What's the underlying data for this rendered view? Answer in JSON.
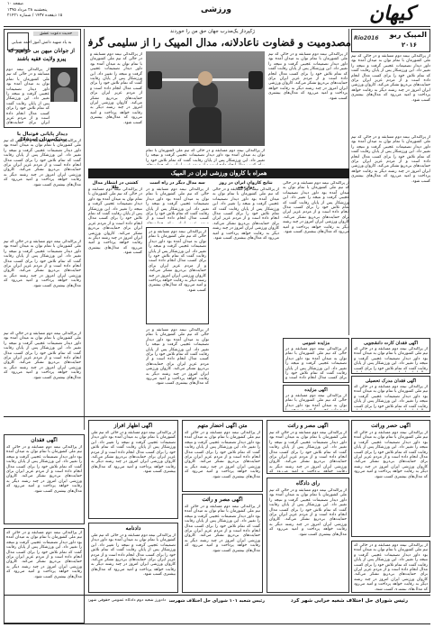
{
  "masthead": {
    "logo": "کیهان",
    "section": "ورزشی",
    "page_no": "صفحه ۱۰",
    "date_persian": "پنجشنبه ۲۸ مرداد ۱۳۹۵",
    "date_hijri": "۱۵ ذیقعده ۱۴۳۷",
    "issue": "شماره ۲۱۴۲۱"
  },
  "olympic_box": {
    "title": "المپیک ریو",
    "year": "۲۰۱۶",
    "rio_logo": "Rio2016"
  },
  "main_article": {
    "kicker": "ژکپرداز یک‌مدرب جهان حق من را خوردند",
    "headline": "مصدومیت و قضاوت ناعادلانه، مدال المپیک را از سلیمی گرفت!"
  },
  "corner_box": {
    "tag": "حدیث دعوت عشق",
    "quote1": "به یاد شهید دانش آموز احمد شبابی",
    "quote2": "از جوانان میهن بی خواهیم که",
    "quote3": "پیرو ولایت فقیه باشند"
  },
  "left_col": {
    "heading": "دیدار پایانی فوتبال با پیشکسوتان استقلال"
  },
  "mid_banner": {
    "headline": "همراه با کاروان ورزشی ایران در المپیک"
  },
  "column_boxes": {
    "c1": "کشتی در انتظار مدال طلا",
    "c2": "سه مدال دیگر در راه است",
    "c3": "نتایج کاروان ایران در روز دوازدهم"
  },
  "ads_top": {
    "ad1": "آگهی فقدان کارت دانشجویی",
    "ad2": "آگهی فقدان مدرک تحصیلی",
    "ad3": "مزایده عمومی",
    "ad4": "آگهی مزایده"
  },
  "ads_bottom": {
    "a1": "آگهی اظهار افراز",
    "a2": "متن آگهی احضار متهم",
    "a3": "آگهی مصر و راثت",
    "a4": "آگهی مصر و راثت",
    "a5": "دادنامه",
    "a6": "آگهی فقدان",
    "a7": "آگهی حصر وراثت",
    "a8": "رای دادگاه",
    "bottom_right": "رئیس شورای حل اختلاف شعبه خرابی شهر کرد",
    "bottom_mid": "رئیس شعبه ۱۰۱ شورای حل اختلاف شهرستان اهواز",
    "bottom_left": "دادورز شعبه دوم دادگاه عمومی حقوقی شهرستان"
  },
  "filler": "از پراکندگی نیمه دوم مسابقه و در حالی که تیم ملی کشورمان با تمام توان به میدان آمده بود داور دیدار تصمیمات عجیبی گرفت و نتیجه را تغییر داد. این ورزشکار پس از پایان رقابت گفت که تمام تلاش خود را برای کسب مدال انجام داده است و از مردم عزیز ایران برای حمایت‌های بی‌دریغ تشکر می‌کند. کاروان ورزشی ایران امروز در چند رشته دیگر به رقابت خواهد پرداخت و امید می‌رود که مدال‌های بیشتری کسب شود."
}
